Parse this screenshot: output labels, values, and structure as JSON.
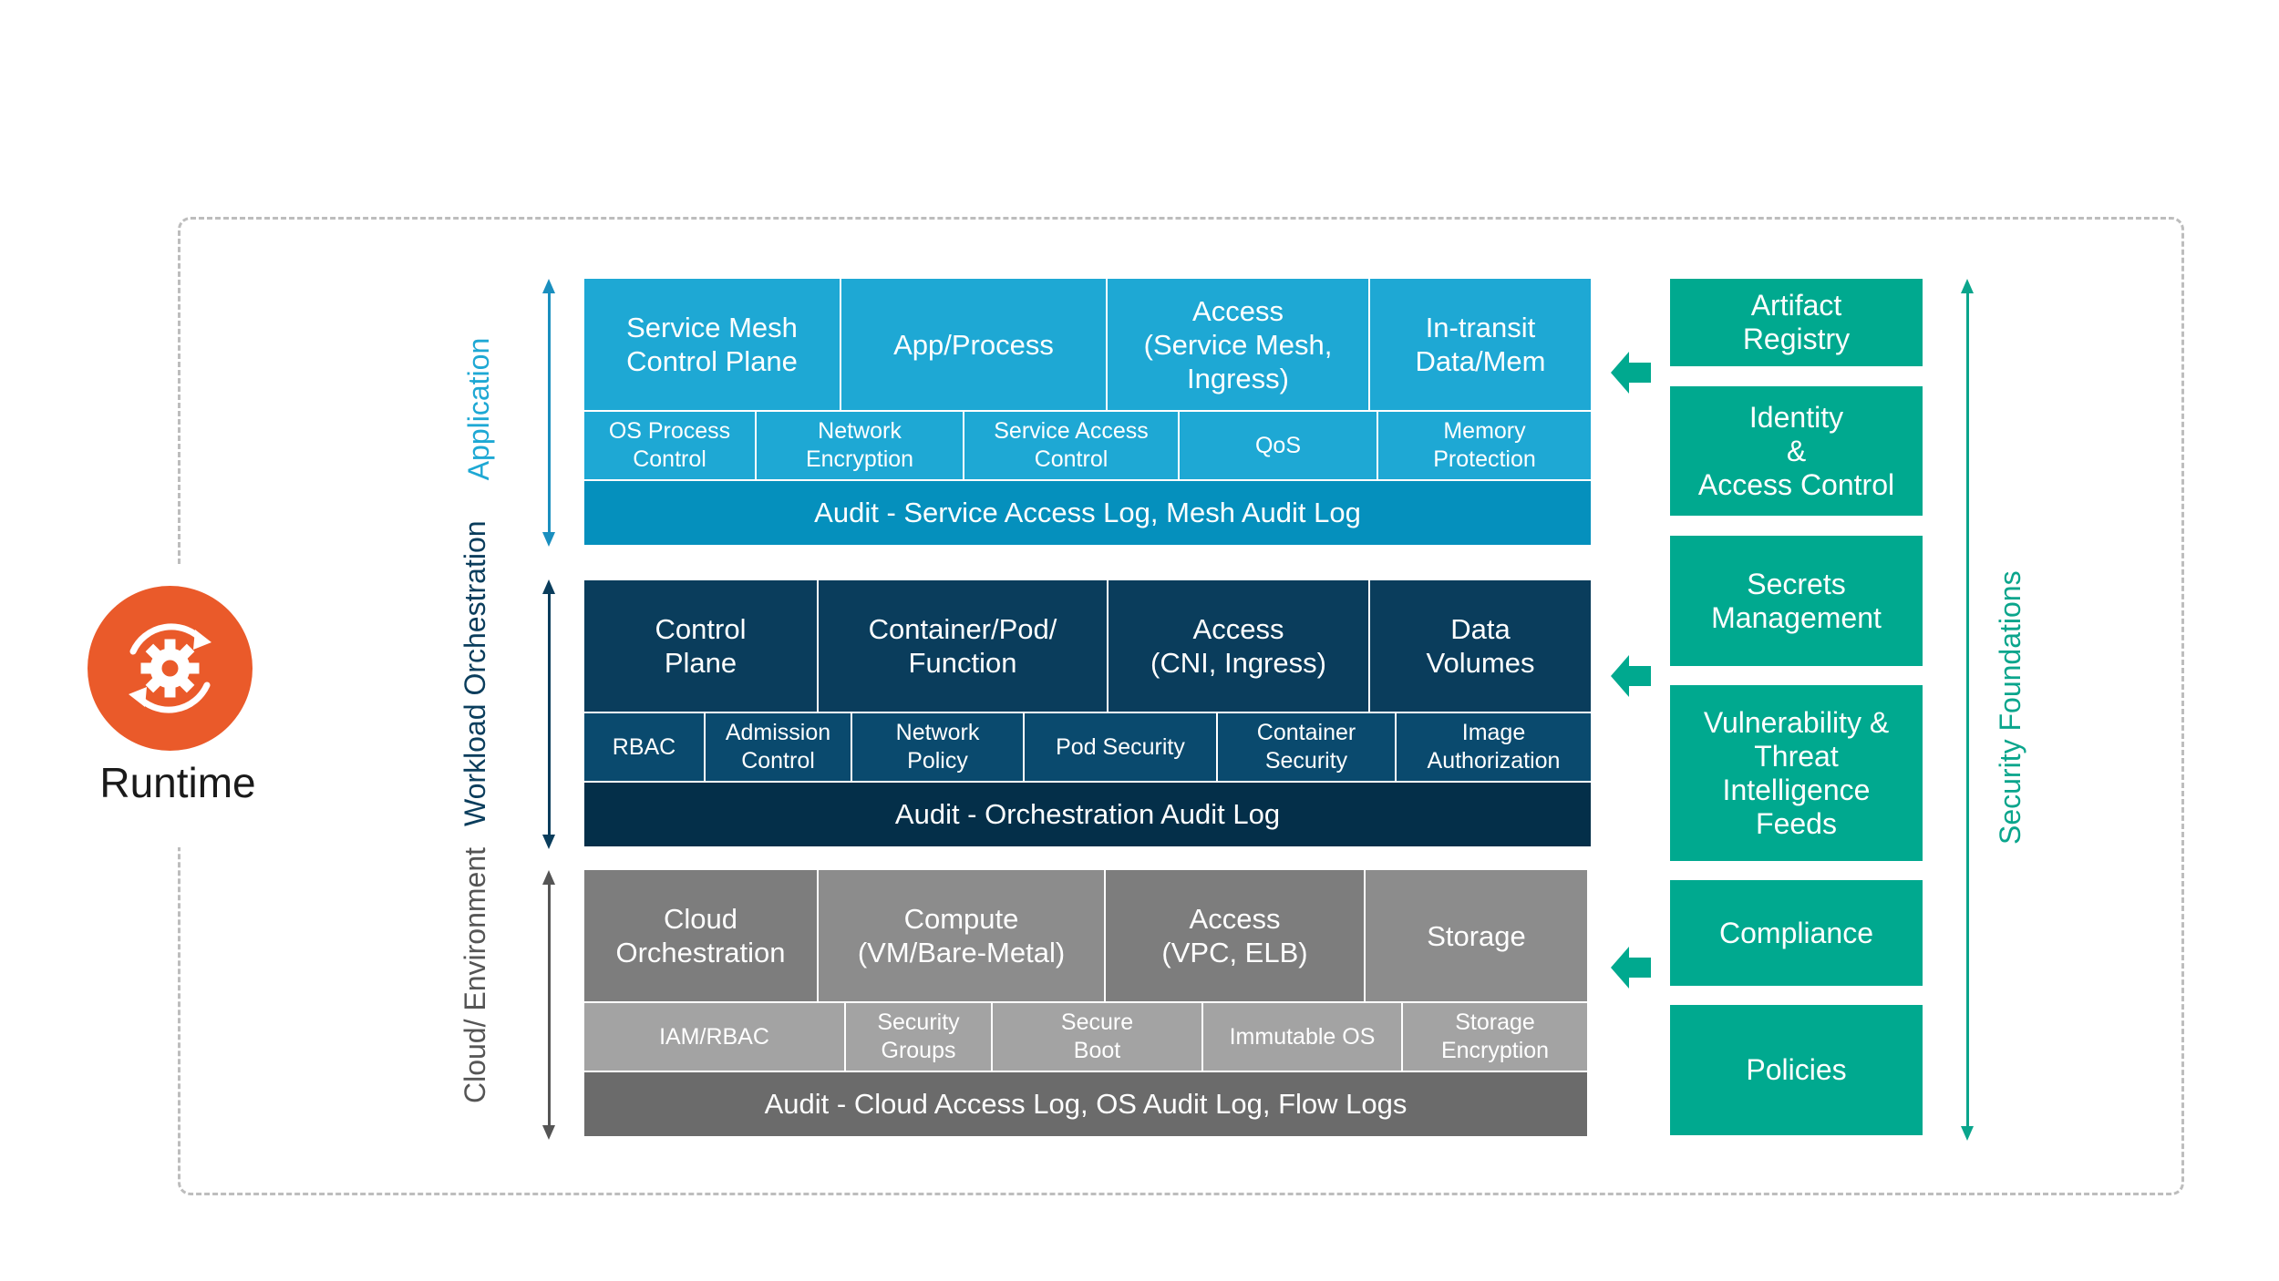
{
  "runtime": {
    "label": "Runtime"
  },
  "layers": {
    "application": {
      "label": "Application",
      "color": "#1ea8d4",
      "top": [
        "Service Mesh\nControl Plane",
        "App/Process",
        "Access\n(Service Mesh,\nIngress)",
        "In-transit\nData/Mem"
      ],
      "mid": [
        "OS Process\nControl",
        "Network\nEncryption",
        "Service Access\nControl",
        "QoS",
        "Memory\nProtection"
      ],
      "audit": "Audit - Service Access Log, Mesh Audit Log"
    },
    "workload": {
      "label": "Workload\nOrchestration",
      "color": "#0a3d5c",
      "top": [
        "Control\nPlane",
        "Container/Pod/\nFunction",
        "Access\n(CNI, Ingress)",
        "Data\nVolumes"
      ],
      "mid": [
        "RBAC",
        "Admission\nControl",
        "Network\nPolicy",
        "Pod Security",
        "Container\nSecurity",
        "Image\nAuthorization"
      ],
      "audit": "Audit - Orchestration Audit Log"
    },
    "cloud": {
      "label": "Cloud/\nEnvironment",
      "color": "#808080",
      "top": [
        "Cloud\nOrchestration",
        "Compute\n(VM/Bare-Metal)",
        "Access\n(VPC, ELB)",
        "Storage"
      ],
      "mid": [
        "IAM/RBAC",
        "Security\nGroups",
        "Secure\nBoot",
        "Immutable OS",
        "Storage\nEncryption"
      ],
      "audit": "Audit - Cloud Access Log, OS Audit Log, Flow Logs"
    }
  },
  "security": {
    "label": "Security Foundations",
    "items": [
      "Artifact\nRegistry",
      "Identity\n&\nAccess Control",
      "Secrets\nManagement",
      "Vulnerability &\nThreat\nIntelligence\nFeeds",
      "Compliance",
      "Policies"
    ]
  }
}
